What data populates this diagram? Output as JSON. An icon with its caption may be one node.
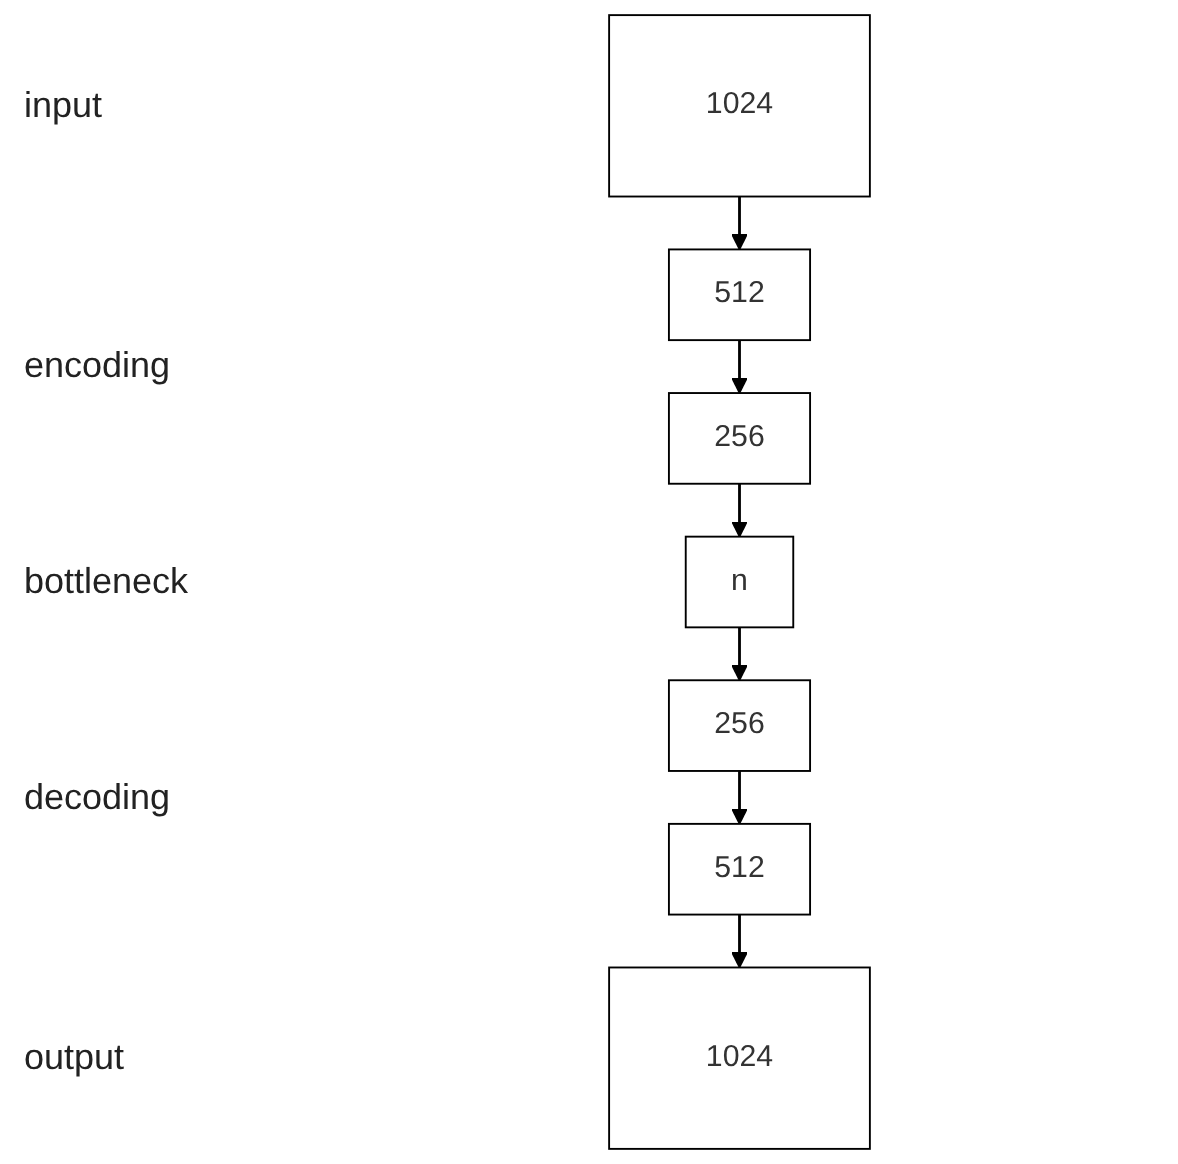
{
  "diagram": {
    "nodes": [
      {
        "text": [
          "1024"
        ]
      },
      {
        "text": [
          "512"
        ]
      },
      {
        "text": [
          "256"
        ]
      },
      {
        "text": [
          "n"
        ]
      },
      {
        "text": [
          "256"
        ]
      },
      {
        "text": [
          "512"
        ]
      },
      {
        "text": [
          "1024"
        ]
      }
    ],
    "edges": [
      {
        "from": 0,
        "to": 1,
        "arrow": "to"
      },
      {
        "from": 1,
        "to": 2,
        "arrow": "to"
      },
      {
        "from": 2,
        "to": 3,
        "arrow": "to"
      },
      {
        "from": 3,
        "to": 4,
        "arrow": "to"
      },
      {
        "from": 4,
        "to": 5,
        "arrow": "to"
      },
      {
        "from": 5,
        "to": 6,
        "arrow": "to"
      }
    ],
    "labels": [
      "input",
      "encoding",
      "bottleneck",
      "decoding",
      "output"
    ]
  }
}
